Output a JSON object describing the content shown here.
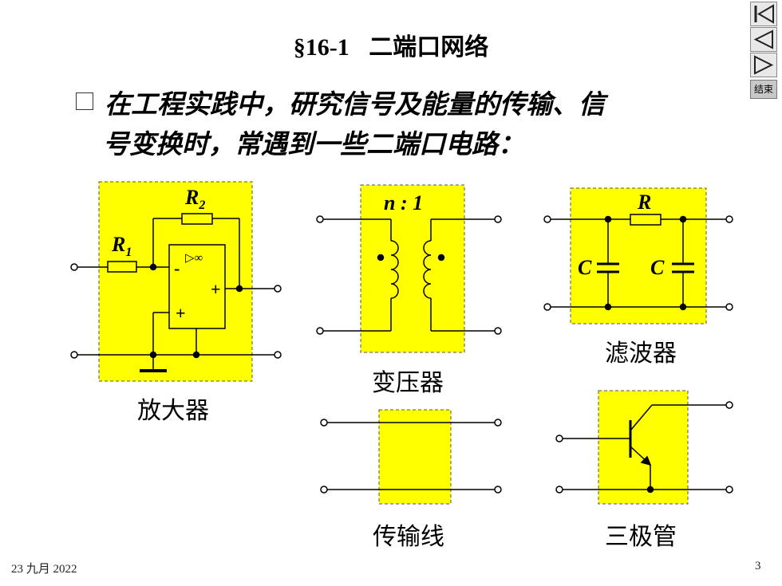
{
  "slide": {
    "title_section": "§16-1",
    "title_text": "二端口网络",
    "bullet_line1": "在工程实践中，研究信号及能量的传输、信",
    "bullet_line2": "号变换时，常遇到一些二端口电路：",
    "date": "23 九月 2022",
    "page_number": "3"
  },
  "navigation": {
    "first_icon": "first-slide-icon",
    "prev_icon": "previous-slide-icon",
    "next_icon": "next-slide-icon",
    "end_label": "结束"
  },
  "circuits": {
    "amplifier": {
      "caption": "放大器",
      "r1": "R",
      "r1_sub": "1",
      "r2": "R",
      "r2_sub": "2",
      "opamp_symbol": "▷∞",
      "minus": "-",
      "plus_out": "+",
      "plus_in": "+"
    },
    "transformer": {
      "caption": "变压器",
      "ratio": "n : 1"
    },
    "filter": {
      "caption": "滤波器",
      "r": "R",
      "c1": "C",
      "c2": "C"
    },
    "transmission_line": {
      "caption": "传输线"
    },
    "transistor": {
      "caption": "三极管"
    }
  },
  "colors": {
    "fill": "#ffff00",
    "accent_dashed": "#555555"
  }
}
